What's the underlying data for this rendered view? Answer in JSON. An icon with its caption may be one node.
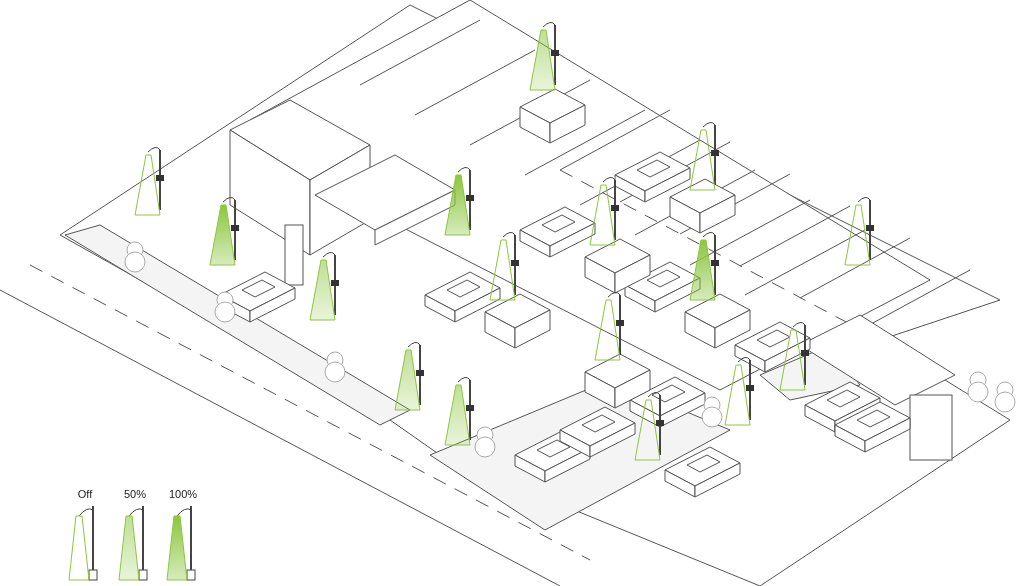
{
  "diagram": {
    "legend": [
      {
        "text": "Off"
      },
      {
        "text": "50%"
      },
      {
        "text": "100%"
      }
    ]
  }
}
